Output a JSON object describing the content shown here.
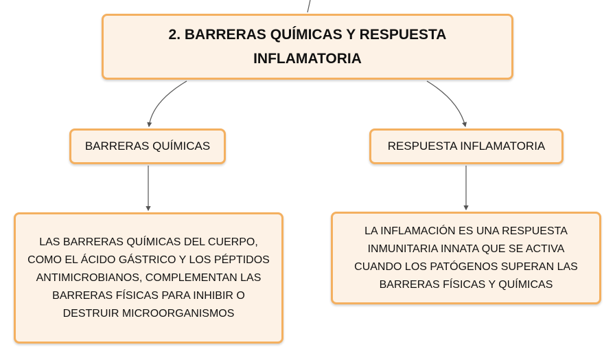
{
  "diagram": {
    "root": {
      "title": "2. BARRERAS QUÍMICAS Y RESPUESTA INFLAMATORIA"
    },
    "branches": [
      {
        "label": "BARRERAS QUÍMICAS",
        "detail": "LAS BARRERAS QUÍMICAS DEL CUERPO, COMO EL ÁCIDO GÁSTRICO Y LOS PÉPTIDOS ANTIMICROBIANOS, COMPLEMENTAN LAS BARRERAS FÍSICAS PARA INHIBIR O DESTRUIR MICROORGANISMOS"
      },
      {
        "label": "RESPUESTA INFLAMATORIA",
        "detail": "LA INFLAMACIÓN ES UNA RESPUESTA INMUNITARIA INNATA QUE SE ACTIVA CUANDO LOS PATÓGENOS SUPERAN LAS BARRERAS FÍSICAS Y QUÍMICAS"
      }
    ],
    "colors": {
      "node_fill": "#fdf2e6",
      "node_border": "#f4b060",
      "connector": "#555555"
    }
  }
}
